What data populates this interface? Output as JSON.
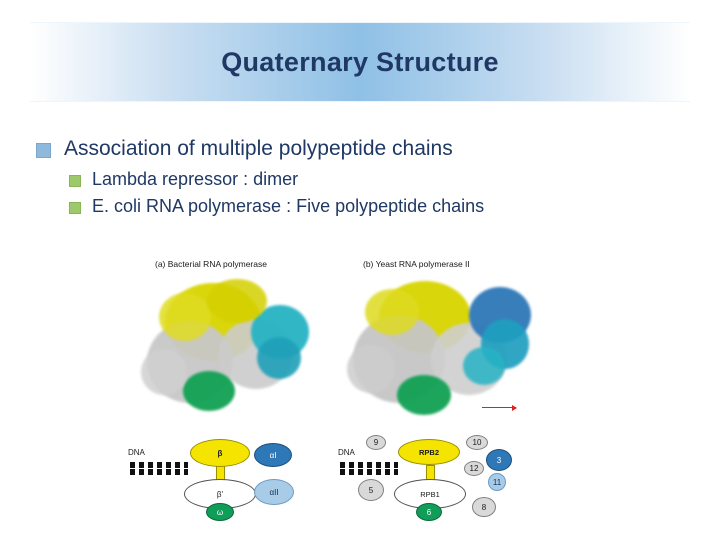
{
  "slide": {
    "title": "Quaternary Structure",
    "bullets": [
      {
        "level": 1,
        "text": "Association of multiple polypeptide chains"
      },
      {
        "level": 2,
        "text": "Lambda repressor : dimer"
      },
      {
        "level": 2,
        "text": "E. coli RNA polymerase : Five polypeptide chains"
      }
    ]
  },
  "figure": {
    "caption_a": "(a) Bacterial RNA polymerase",
    "caption_b": "(b) Yeast RNA polymerase II",
    "schematic_a": {
      "dna_label": "DNA",
      "subunits": [
        {
          "name": "beta",
          "label": "β"
        },
        {
          "name": "beta-prime",
          "label": "β'"
        },
        {
          "name": "alpha-one",
          "label": "αI"
        },
        {
          "name": "alpha-two",
          "label": "αII"
        },
        {
          "name": "omega",
          "label": "ω"
        }
      ]
    },
    "schematic_b": {
      "dna_label": "DNA",
      "subunits": [
        {
          "name": "rpb2",
          "label": "RPB2"
        },
        {
          "name": "rpb1",
          "label": "RPB1"
        },
        {
          "name": "subunit-9",
          "label": "9"
        },
        {
          "name": "subunit-10",
          "label": "10"
        },
        {
          "name": "subunit-12",
          "label": "12"
        },
        {
          "name": "subunit-3",
          "label": "3"
        },
        {
          "name": "subunit-11",
          "label": "11"
        },
        {
          "name": "subunit-5",
          "label": "5"
        },
        {
          "name": "subunit-8",
          "label": "8"
        },
        {
          "name": "subunit-6",
          "label": "6"
        }
      ]
    }
  },
  "colors": {
    "title_text": "#1f3864",
    "banner_accent": "#8fc0e6",
    "bullet_marker_level1": "#8fb8dd",
    "bullet_marker_level2": "#9ec96a",
    "protein_yellow": "#d8d400",
    "protein_grey": "#c0c0c0",
    "protein_blue": "#2e78b8",
    "protein_cyan": "#1fb5c4",
    "protein_green": "#12a050"
  }
}
